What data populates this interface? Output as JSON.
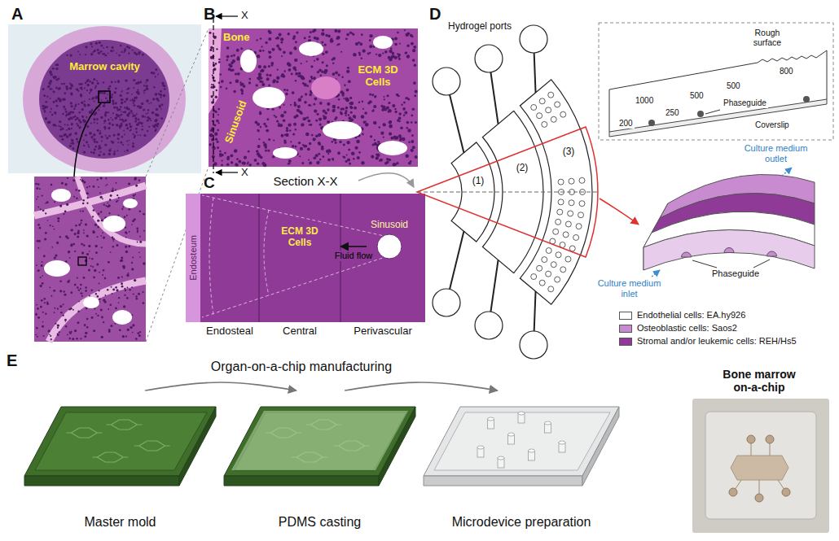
{
  "diagram": {
    "nodes": [
      {
        "text": [
          "Marrow cavity"
        ]
      },
      {
        "text": [
          "Bone",
          "Sinusoid",
          "ECM 3D Cells"
        ]
      },
      {
        "text": [
          "Section X-X"
        ]
      },
      {
        "text": [
          "Endosteum"
        ],
        "in": 2
      },
      {
        "text": [
          "ECM 3D Cells"
        ],
        "in": 2
      },
      {
        "text": [
          "Sinusoid"
        ],
        "in": 2
      },
      {
        "text": [
          "Master mold"
        ]
      },
      {
        "text": [
          "PDMS casting"
        ]
      },
      {
        "text": [
          "Microdevice preparation"
        ]
      },
      {
        "text": [
          "Bone marrow on-a-chip"
        ]
      }
    ],
    "edges": [
      {
        "from": 5,
        "to": 4,
        "arrow": "to",
        "label": "Fluid flow"
      },
      {
        "from": 6,
        "to": 7,
        "arrow": "to"
      },
      {
        "from": 7,
        "to": 8,
        "arrow": "to"
      }
    ],
    "labels": [
      "A",
      "B",
      "C",
      "D",
      "E",
      "X",
      "X",
      "Endosteal",
      "Central",
      "Perivascular",
      "Hydrogel ports",
      "(1)",
      "(2)",
      "(3)",
      "Rough surface",
      "1000",
      "250",
      "500",
      "500",
      "800",
      "200",
      "Phaseguide",
      "Coverslip",
      "Culture medium outlet",
      "Culture medium inlet",
      "Phaseguide",
      "Organ-on-a-chip manufacturing"
    ],
    "legend": [
      {
        "text": "Endothelial cells: EA.hy926",
        "color": "#ffffff"
      },
      {
        "text": "Osteoblastic cells: Saos2",
        "color": "#c98bd0"
      },
      {
        "text": "Stromal and/or leukemic cells: REH/Hs5",
        "color": "#8e3a96"
      }
    ]
  }
}
